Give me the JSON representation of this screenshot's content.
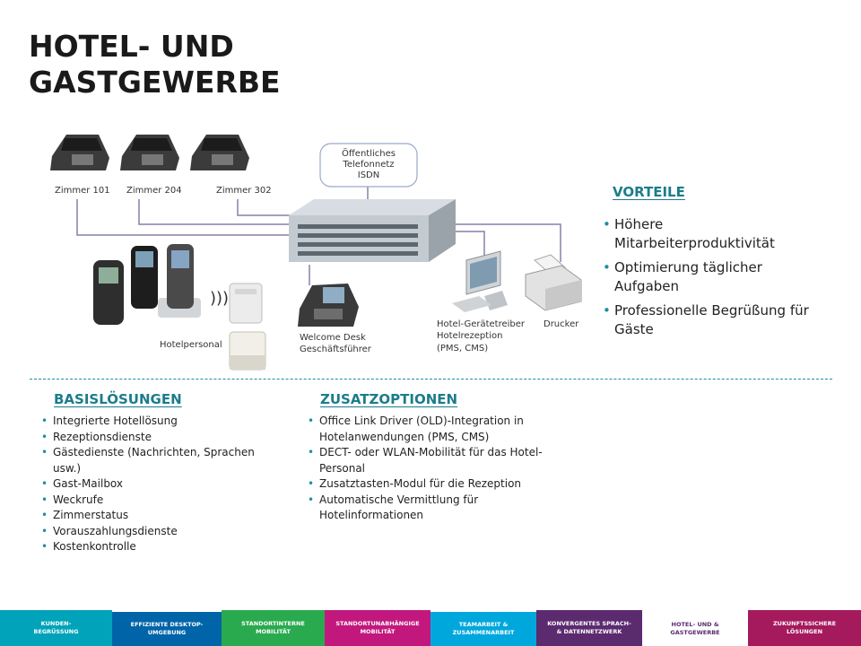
{
  "title": {
    "line1": "HOTEL- UND",
    "line2": "GASTGEWERBE"
  },
  "diagram": {
    "phone_labels": [
      "Zimmer 101",
      "Zimmer 204",
      "Zimmer 302"
    ],
    "network_box": [
      "Öffentliches",
      "Telefonnetz",
      "ISDN"
    ],
    "welcome_desk": [
      "Welcome Desk",
      "Geschäftsführer"
    ],
    "hotel_staff": "Hotelpersonal",
    "hotel_driver": [
      "Hotel-Gerätetreiber",
      "Hotelrezeption",
      "(PMS, CMS)"
    ],
    "printer": "Drucker"
  },
  "vorteile": {
    "heading": "VORTEILE",
    "items": [
      "Höhere Mitarbeiterproduktivität",
      "Optimierung täglicher Aufgaben",
      "Professionelle Begrüßung für Gäste"
    ]
  },
  "basis": {
    "heading": "BASISLÖSUNGEN",
    "items": [
      "Integrierte Hotellösung",
      "Rezeptionsdienste",
      "Gästedienste (Nachrichten, Sprachen usw.)",
      "Gast-Mailbox",
      "Weckrufe",
      "Zimmerstatus",
      "Vorauszahlungsdienste",
      "Kostenkontrolle"
    ]
  },
  "zusatz": {
    "heading": "ZUSATZOPTIONEN",
    "items": [
      "Office Link Driver (OLD)-Integration in Hotelanwendungen (PMS, CMS)",
      "DECT- oder WLAN-Mobilität für das Hotel-Personal",
      "Zusatztasten-Modul für die Rezeption",
      "Automatische Vermittlung für Hotelinformationen"
    ]
  },
  "nav": [
    {
      "label": "KUNDEN-\nBEGRÜSSUNG",
      "color": "#00a3b9"
    },
    {
      "label": "EFFIZIENTE DESKTOP-\nUMGEBUNG",
      "color": "#0064a8"
    },
    {
      "label": "STANDORTINTERNE\nMOBILITÄT",
      "color": "#2aaa4f"
    },
    {
      "label": "STANDORTUNABHÄNGIGE\nMOBILITÄT",
      "color": "#c2187d"
    },
    {
      "label": "TEAMARBEIT &\nZUSAMMENARBEIT",
      "color": "#00a7dc"
    },
    {
      "label": "KONVERGENTES SPRACH-\n& DATENNETZWERK",
      "color": "#5b2a6f"
    },
    {
      "label": "HOTEL- UND &\nGASTGEWERBE",
      "color": "#ffffff",
      "text_color": "#5b2a6f"
    },
    {
      "label": "ZUKUNFTSSICHERE\nLÖSUNGEN",
      "color": "#a5195d"
    }
  ]
}
